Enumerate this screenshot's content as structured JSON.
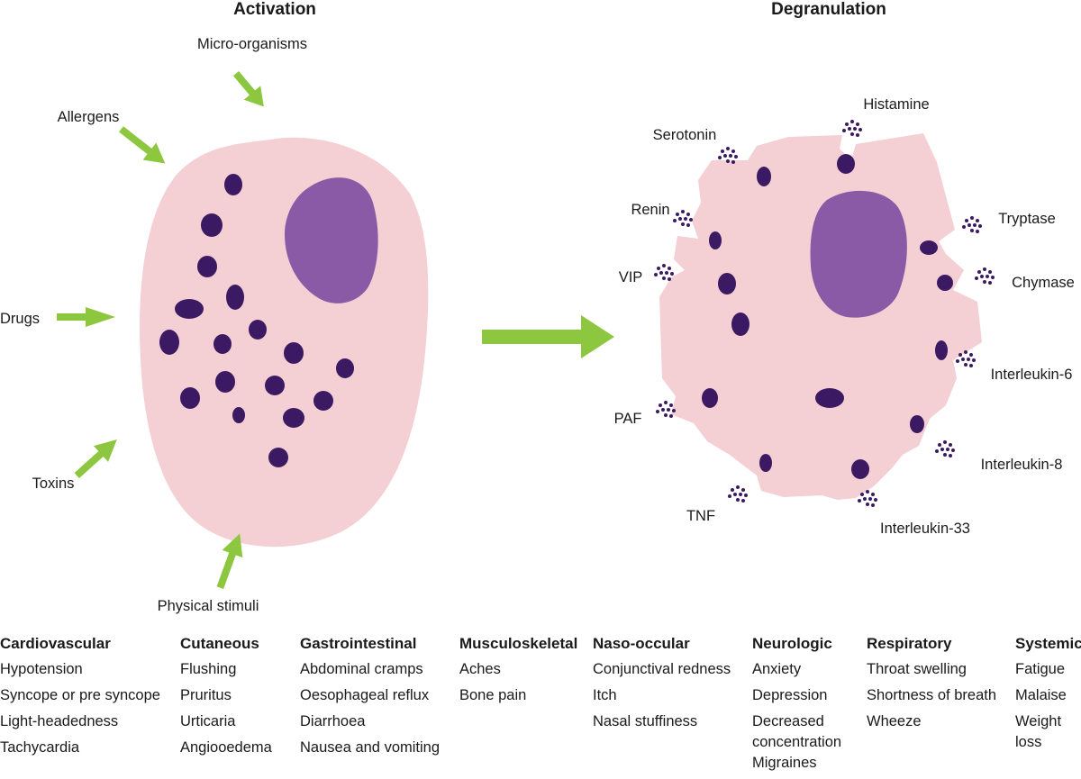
{
  "activation": {
    "title": "Activation",
    "triggers": [
      "Micro-organisms",
      "Allergens",
      "Drugs",
      "Toxins",
      "Physical stimuli"
    ]
  },
  "degranulation": {
    "title": "Degranulation",
    "mediators": [
      "Histamine",
      "Serotonin",
      "Tryptase",
      "Renin",
      "Chymase",
      "VIP",
      "Interleukin-6",
      "PAF",
      "Interleukin-8",
      "TNF",
      "Interleukin-33"
    ]
  },
  "colors": {
    "cell": "#f4cfd3",
    "nucleus": "#8b5aa6",
    "granule": "#3b1a63",
    "arrow": "#8dc63f"
  },
  "symptoms": [
    {
      "category": "Cardiovascular",
      "items": [
        "Hypotension",
        "Syncope or pre syncope",
        "Light-headedness",
        "Tachycardia"
      ]
    },
    {
      "category": "Cutaneous",
      "items": [
        "Flushing",
        "Pruritus",
        "Urticaria",
        "Angiooedema"
      ]
    },
    {
      "category": "Gastrointestinal",
      "items": [
        "Abdominal cramps",
        "Oesophageal reflux",
        "Diarrhoea",
        "Nausea and vomiting"
      ]
    },
    {
      "category": "Musculoskeletal",
      "items": [
        "Aches",
        "Bone pain"
      ]
    },
    {
      "category": "Naso-occular",
      "items": [
        "Conjunctival redness",
        "Itch",
        "Nasal stuffiness"
      ]
    },
    {
      "category": "Neurologic",
      "items": [
        "Anxiety",
        "Depression",
        "Decreased concentration",
        "Migraines"
      ]
    },
    {
      "category": "Respiratory",
      "items": [
        "Throat swelling",
        "Shortness of breath",
        "Wheeze"
      ]
    },
    {
      "category": "Systemic",
      "items": [
        "Fatigue",
        "Malaise",
        "Weight loss"
      ]
    }
  ]
}
